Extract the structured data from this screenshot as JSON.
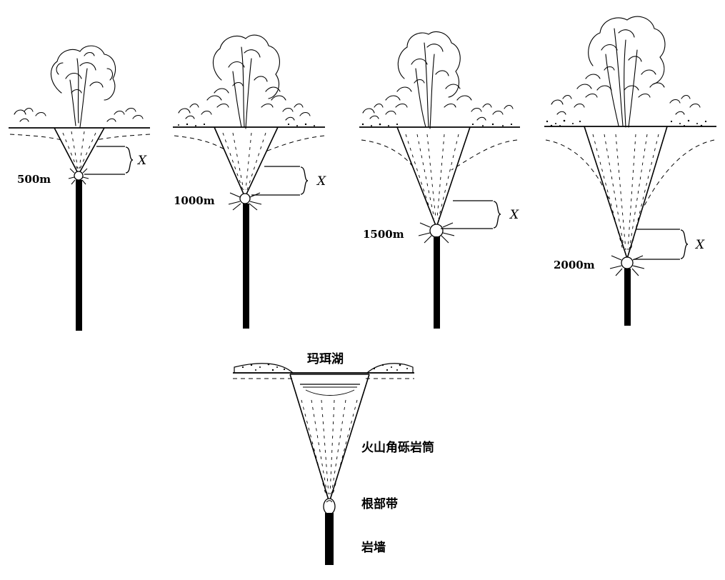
{
  "stages": [
    {
      "depth_label": "500m",
      "gap_label": "X"
    },
    {
      "depth_label": "1000m",
      "gap_label": "X"
    },
    {
      "depth_label": "1500m",
      "gap_label": "X"
    },
    {
      "depth_label": "2000m",
      "gap_label": "X"
    }
  ],
  "final_section": {
    "maar_lake_label": "玛珥湖",
    "diatreme_label": "火山角砾岩筒",
    "root_zone_label": "根部带",
    "dike_label": "岩墙"
  }
}
